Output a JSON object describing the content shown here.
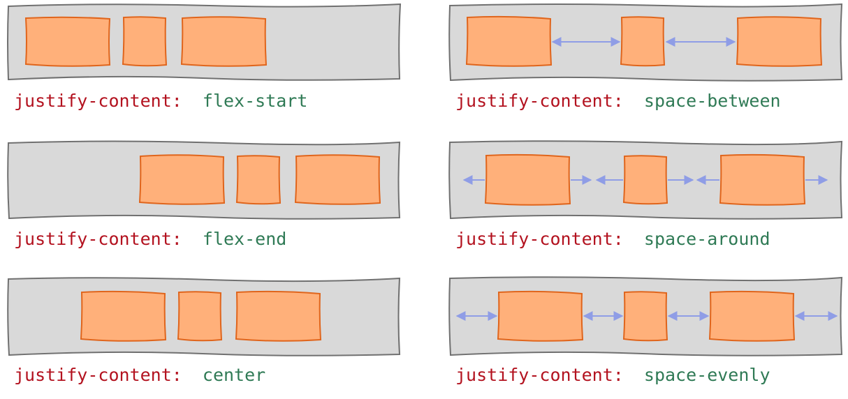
{
  "colors": {
    "container_fill": "#d9d9d9",
    "container_stroke": "#707070",
    "item_fill": "#ffb07a",
    "item_stroke": "#e0651c",
    "arrow": "#8f9de6",
    "property_text": "#b3121f",
    "value_text": "#2f7a55"
  },
  "panels": [
    {
      "id": "flex-start",
      "property": "justify-content:",
      "value": "flex-start"
    },
    {
      "id": "space-between",
      "property": "justify-content:",
      "value": "space-between"
    },
    {
      "id": "flex-end",
      "property": "justify-content:",
      "value": "flex-end"
    },
    {
      "id": "space-around",
      "property": "justify-content:",
      "value": "space-around"
    },
    {
      "id": "center",
      "property": "justify-content:",
      "value": "center"
    },
    {
      "id": "space-evenly",
      "property": "justify-content:",
      "value": "space-evenly"
    }
  ]
}
